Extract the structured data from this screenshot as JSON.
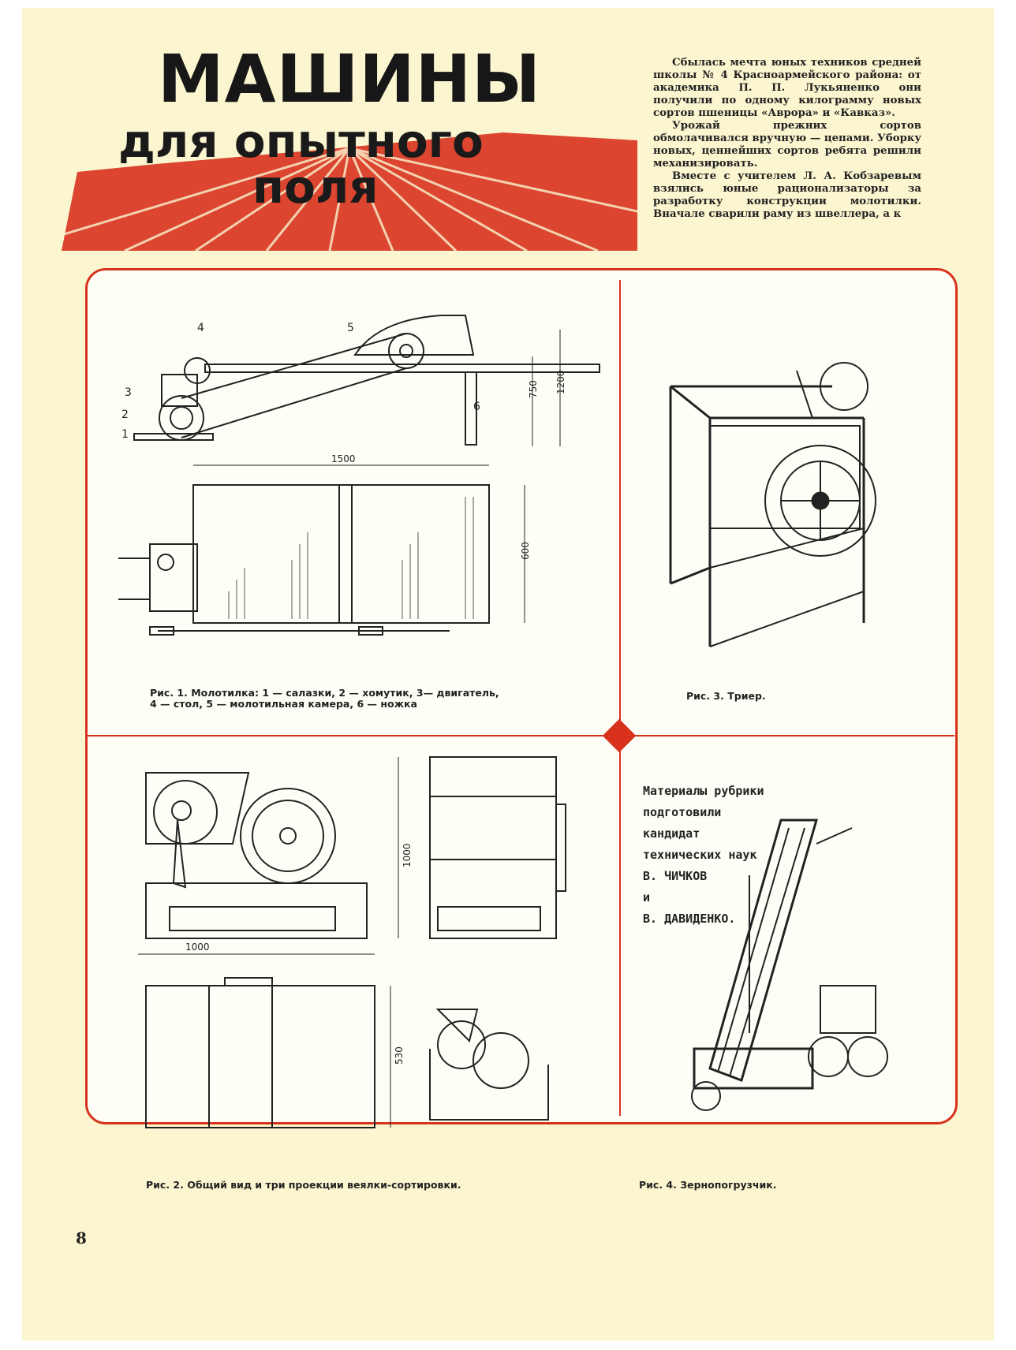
{
  "header": {
    "title_line1": "МАШИНЫ",
    "title_line2": "для опытного",
    "title_line3": "поля"
  },
  "intro_paragraphs": [
    "Сбылась мечта юных техников средней школы № 4 Красноармейского района: от академика П. П. Лукьяненко они получили по одному килограмму новых сортов пшеницы «Аврора» и «Кавказ».",
    "Урожай прежних сортов обмолачивался вручную — цепами. Уборку новых, ценнейших сортов ребята решили механизировать.",
    "Вместе с учителем Л. А. Кобзаревым взялись юные рационализаторы за разработку конструкции молотилки. Вначале сварили раму из швеллера, а к"
  ],
  "figure1": {
    "caption_line1": "Рис. 1. Молотилка: 1 — салазки, 2 — хомутик, 3— двигатель,",
    "caption_line2": "4 — стол, 5 — молотильная камера, 6 — ножка",
    "labels": [
      "1",
      "2",
      "3",
      "4",
      "5",
      "6"
    ],
    "dim_750": "750",
    "dim_1200": "1200",
    "dim_1500": "1500",
    "dim_600": "600"
  },
  "figure2": {
    "caption": "Рис. 2. Общий вид и три проекции веялки-сортировки.",
    "dim_1000_h": "1000",
    "dim_1000_w": "1000",
    "dim_530": "530"
  },
  "figure3": {
    "caption": "Рис. 3. Триер."
  },
  "figure4": {
    "caption": "Рис. 4. Зернопогрузчик."
  },
  "credits": {
    "line1": "Материалы рубрики",
    "line2": "подготовили",
    "line3": "кандидат",
    "line4": "технических наук",
    "line5": "В. ЧИЧКОВ",
    "line6": "и",
    "line7": "В. ДАВИДЕНКО."
  },
  "page_number": "8",
  "colors": {
    "accent": "#d8321d",
    "paper": "#fbf6cf",
    "ink": "#1a1a1a"
  }
}
